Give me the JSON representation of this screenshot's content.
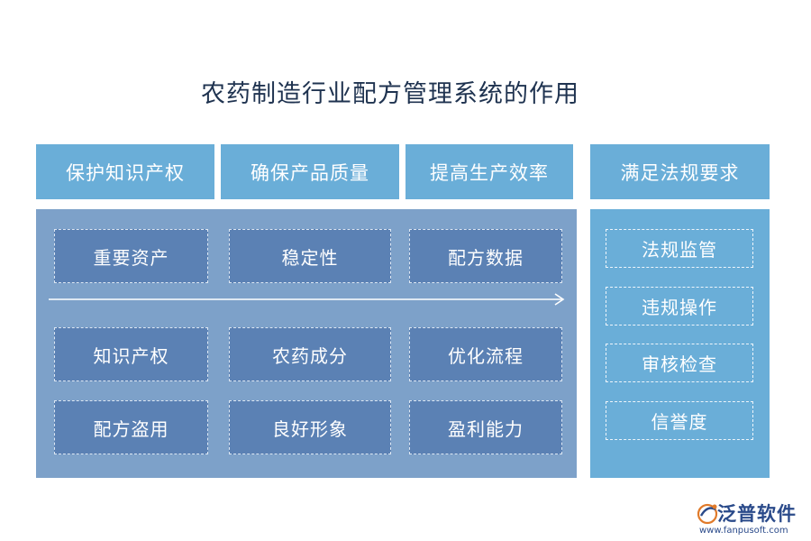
{
  "title": "农药制造行业配方管理系统的作用",
  "headers": [
    "保护知识产权",
    "确保产品质量",
    "提高生产效率",
    "满足法规要求"
  ],
  "grid": {
    "row1": [
      "重要资产",
      "稳定性",
      "配方数据"
    ],
    "row2": [
      "知识产权",
      "农药成分",
      "优化流程"
    ],
    "row3": [
      "配方盗用",
      "良好形象",
      "盈利能力"
    ]
  },
  "right_items": [
    "法规监管",
    "违规操作",
    "审核检查",
    "信誉度"
  ],
  "logo": {
    "name": "泛普软件",
    "url": "www.fanpusoft.com",
    "icon": "fanpu-logo-icon"
  },
  "colors": {
    "header_bg": "#6aaed8",
    "left_panel_bg": "#7da1c9",
    "cell_bg": "#5b81b4",
    "title_color": "#1f3350",
    "logo_color": "#2a4a8a"
  }
}
